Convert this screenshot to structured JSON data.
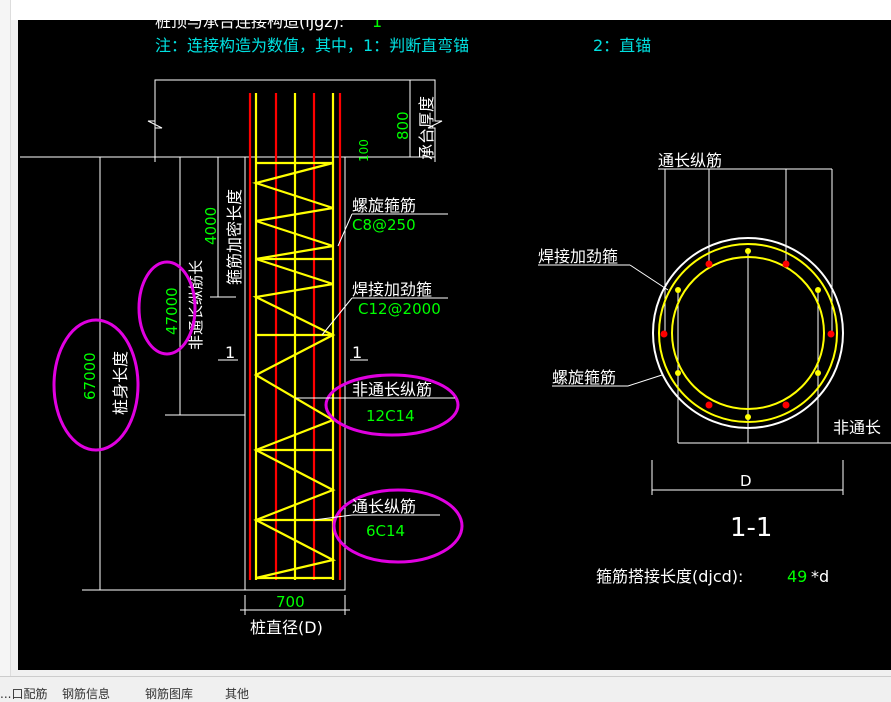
{
  "header": {
    "line1_label": "桩顶与承台连接构造(ljgz):",
    "line1_value": "1",
    "line2": "注：连接构造为数值，其中，1：判断直弯锚",
    "line2b": "2：直锚"
  },
  "elevation": {
    "cap_thickness_label": "承台厚度",
    "cap_thickness_value": "800",
    "anchor_value": "100",
    "dense_length_label": "箍筋加密长度",
    "dense_length_value": "4000",
    "non_through_label": "非通长纵筋长",
    "non_through_value": "47000",
    "pile_length_label": "桩身长度",
    "pile_length_value": "67000",
    "spiral_label": "螺旋箍筋",
    "spiral_value": "C8@250",
    "welded_label": "焊接加劲箍",
    "welded_value": "C12@2000",
    "non_through_bar_label": "非通长纵筋",
    "non_through_bar_value": "12C14",
    "through_bar_label": "通长纵筋",
    "through_bar_value": "6C14",
    "section_mark_left": "1",
    "section_mark_right": "1",
    "diameter_value": "700",
    "diameter_label": "桩直径(D)"
  },
  "section": {
    "through_label": "通长纵筋",
    "welded_label": "焊接加劲箍",
    "spiral_label": "螺旋箍筋",
    "non_through_label": "非通长",
    "d_label": "D",
    "title": "1-1",
    "lap_label": "箍筋搭接长度(djcd):",
    "lap_value": "49",
    "lap_suffix": "*d"
  },
  "colors": {
    "white": "#ffffff",
    "yellow": "#ffff00",
    "red": "#ff0000",
    "green": "#00ff00",
    "cyan": "#00e0e0",
    "magenta": "#e000e0"
  },
  "bottom_tabs": [
    "...口配筋",
    "钢筋信息",
    "钢筋图库",
    "其他"
  ]
}
